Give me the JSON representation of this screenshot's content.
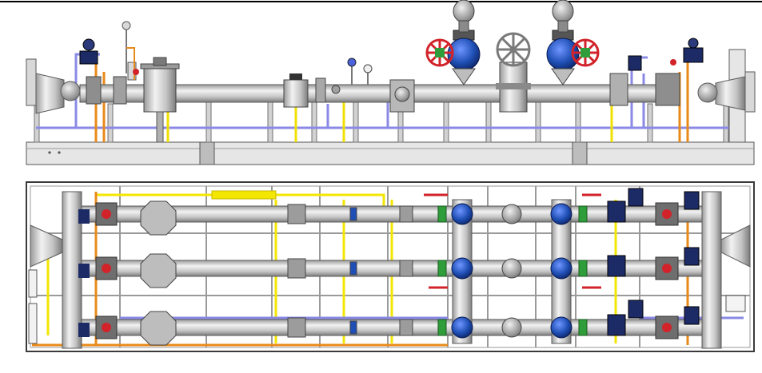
{
  "figure": {
    "views": [
      {
        "name": "elevation-view",
        "lines": 1
      },
      {
        "name": "plan-view",
        "lines": 3
      }
    ],
    "colors": {
      "pipe": "#c8c8c8",
      "pipe_dark": "#8c8c8c",
      "outline": "#3a3a3a",
      "handwheel_red": "#d2232a",
      "valve_blue": "#1f4fb4",
      "flange_green": "#2f9e3a",
      "signal_yellow": "#f3e600",
      "gas_orange": "#e88a1a",
      "tube_blue": "#8080e0",
      "skid": "#d9d9d9",
      "actuator_navy": "#1c2a66"
    },
    "icons": [
      "ball-valve-icon",
      "handwheel-icon",
      "filter-housing-icon",
      "regulator-icon",
      "pressure-gauge-icon",
      "flow-meter-icon"
    ]
  }
}
